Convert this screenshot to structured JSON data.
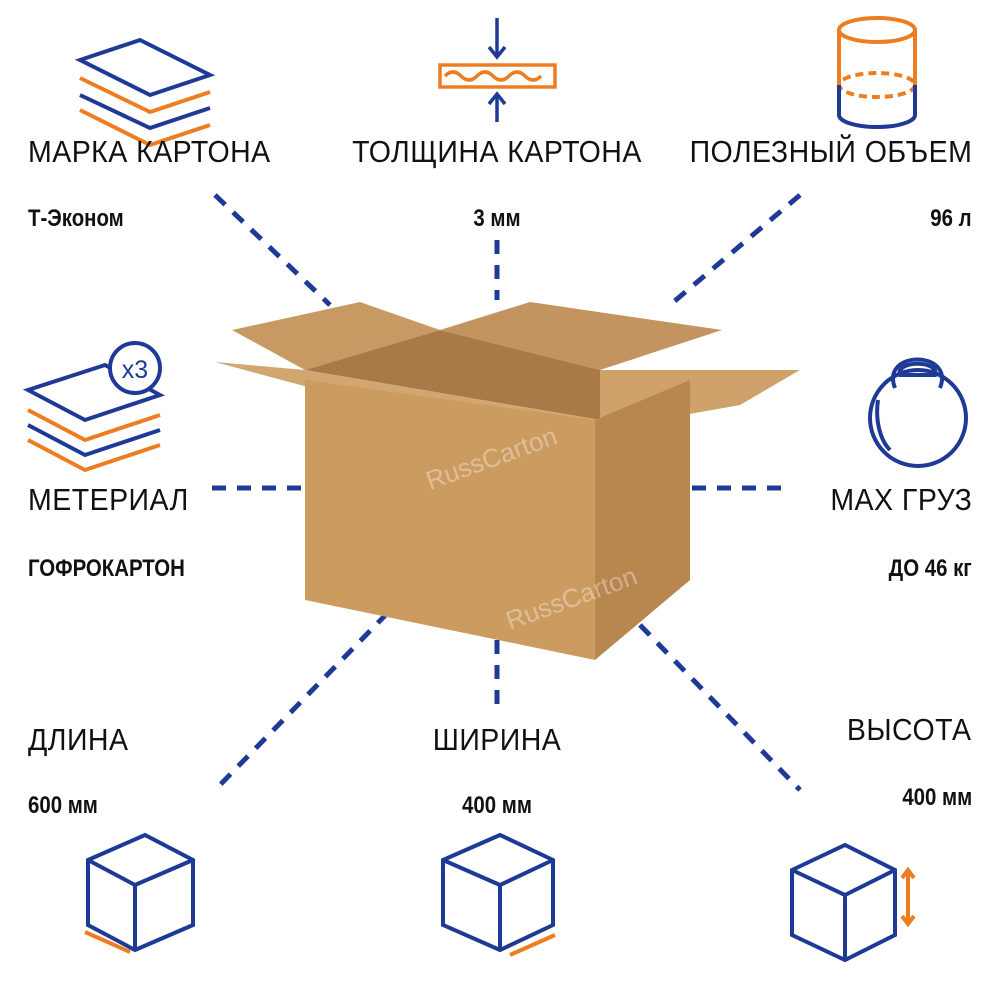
{
  "colors": {
    "blue": "#1e3a96",
    "orange": "#ee7d22",
    "cardboard": "#c99a63"
  },
  "specs": {
    "brand": {
      "label": "МАРКА КАРТОНА",
      "value": "Т-Эконом",
      "icon": "cardboard-layers-icon"
    },
    "thickness": {
      "label": "ТОЛЩИНА КАРТОНА",
      "value": "3 мм",
      "icon": "thickness-icon"
    },
    "volume": {
      "label": "ПОЛЕЗНЫЙ ОБЪЕМ",
      "value": "96 л",
      "icon": "cylinder-volume-icon"
    },
    "material": {
      "label": "МЕТЕРИАЛ",
      "value": "ГОФРОКАРТОН",
      "icon": "layers-x3-icon",
      "badge": "x3"
    },
    "max_load": {
      "label": "MAX ГРУЗ",
      "value": "ДО 46 кг",
      "icon": "kettlebell-icon"
    },
    "length": {
      "label": "ДЛИНА",
      "value": "600 мм",
      "icon": "cube-length-icon"
    },
    "width": {
      "label": "ШИРИНА",
      "value": "400 мм",
      "icon": "cube-width-icon"
    },
    "height": {
      "label": "ВЫСОТА",
      "value": "400 мм",
      "icon": "cube-height-icon"
    }
  },
  "watermark": "RussCarton"
}
